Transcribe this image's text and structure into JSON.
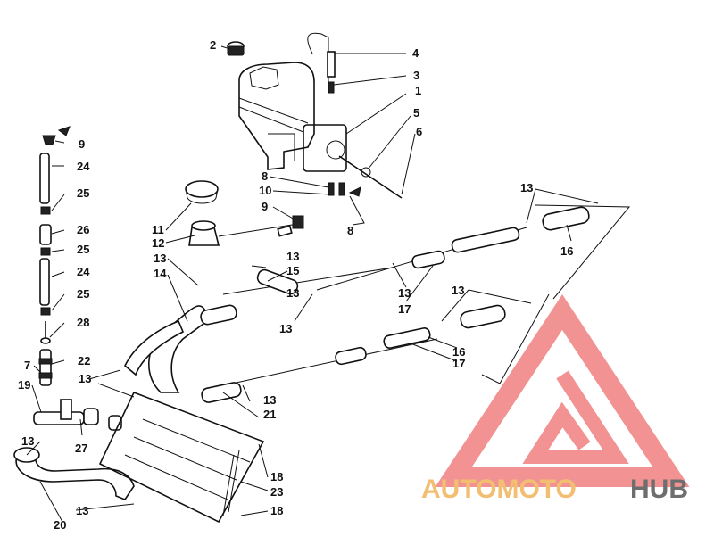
{
  "callouts": {
    "c1": "1",
    "c2": "2",
    "c3": "3",
    "c4": "4",
    "c5": "5",
    "c6": "6",
    "c7": "7",
    "c8a": "8",
    "c8b": "8",
    "c9a": "9",
    "c9b": "9",
    "c10": "10",
    "c11": "11",
    "c12": "12",
    "c13a": "13",
    "c13b": "13",
    "c13c": "13",
    "c13d": "13",
    "c13e": "13",
    "c13f": "13",
    "c13g": "13",
    "c13h": "13",
    "c13i": "13",
    "c13j": "13",
    "c13k": "13",
    "c14": "14",
    "c15": "15",
    "c16a": "16",
    "c16b": "16",
    "c17a": "17",
    "c17b": "17",
    "c18a": "18",
    "c18b": "18",
    "c19": "19",
    "c20": "20",
    "c21": "21",
    "c22": "22",
    "c23": "23",
    "c24a": "24",
    "c24b": "24",
    "c25a": "25",
    "c25b": "25",
    "c25c": "25",
    "c26": "26",
    "c27": "27",
    "c28": "28"
  },
  "watermark": {
    "brand_part1": "AUTOMOTO",
    "brand_part2": "HUB",
    "color_red": "#f08080",
    "color_orange": "#f0b45a",
    "color_gray": "#555555"
  }
}
